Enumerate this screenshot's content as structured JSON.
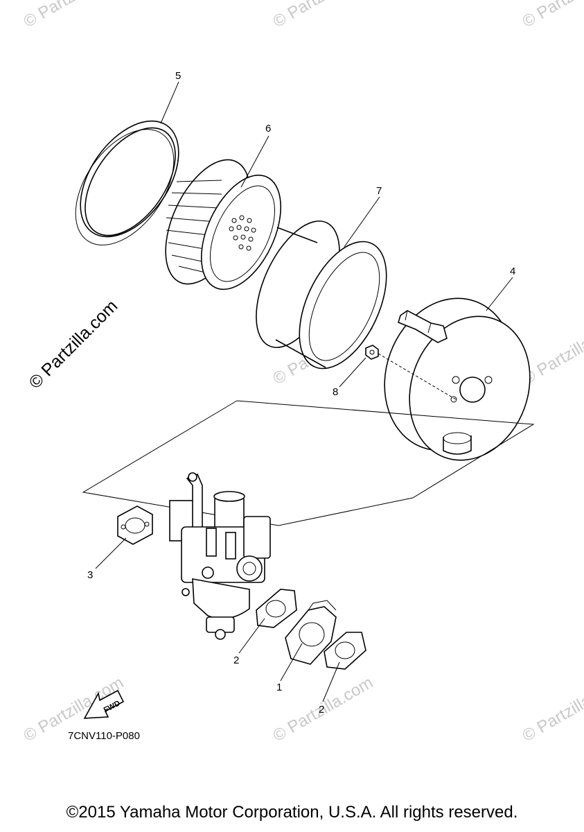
{
  "watermark_text": "© Partzilla.com",
  "part_code": "7CNV110-P080",
  "fwd_label": "FWD",
  "copyright": "©2015 Yamaha Motor Corporation, U.S.A. All rights reserved.",
  "callouts": {
    "c1": "1",
    "c2a": "2",
    "c2b": "2",
    "c3": "3",
    "c4": "4",
    "c5": "5",
    "c6": "6",
    "c7": "7",
    "c8": "8"
  }
}
